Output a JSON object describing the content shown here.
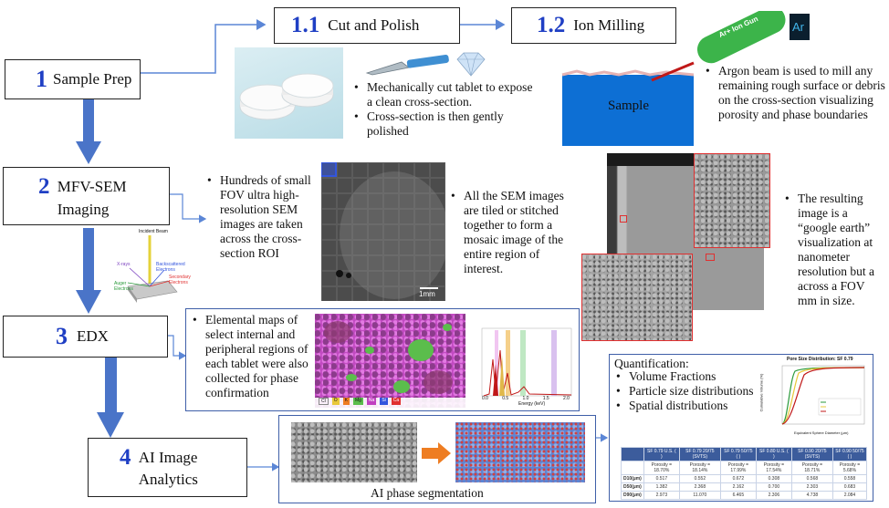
{
  "steps": {
    "s1": {
      "num": "1",
      "label": "Sample Prep"
    },
    "s11": {
      "num": "1.1",
      "label": "Cut and Polish"
    },
    "s12": {
      "num": "1.2",
      "label": "Ion Milling"
    },
    "s2": {
      "num": "2",
      "label": "MFV-SEM Imaging"
    },
    "s3": {
      "num": "3",
      "label": "EDX"
    },
    "s4": {
      "num": "4",
      "label": "AI Image Analytics"
    }
  },
  "cut_polish_bullets": [
    "Mechanically cut tablet to expose a clean cross-section.",
    "Cross-section is then gently polished"
  ],
  "ion_milling": {
    "gun_label": "Ar+ Ion Gun",
    "sample_label": "Sample",
    "ar_logo": "Ar",
    "bullets": [
      "Argon beam is used to mill any remaining rough surface or debris on the cross-section visualizing porosity and phase boundaries"
    ]
  },
  "sem": {
    "bullets_left": [
      "Hundreds of small FOV ultra high-resolution SEM images are taken across the cross-section ROI"
    ],
    "bullets_mid": [
      "All the SEM images are tiled or stitched together to form a mosaic image of the entire region of interest."
    ],
    "bullets_right": [
      "The resulting image is a “google earth” visualization at nanometer resolution but a across a FOV mm in size."
    ],
    "scalebar": "1mm"
  },
  "beam_diagram": {
    "incident": "Incident Beam",
    "xrays": "X-rays",
    "backscattered": "Backscattered Electrons",
    "secondary": "Secondary Electrons",
    "auger": "Auger Electrons"
  },
  "edx": {
    "bullets": [
      "Elemental maps of select internal and peripheral regions of each tablet were also collected for phase confirmation"
    ],
    "map_legend": [
      "Cl",
      "O",
      "K",
      "Mg",
      "Na",
      "Si",
      "Ca"
    ],
    "spectrum_xlabel": "Energy (keV)",
    "spectrum_ticks": [
      "0.0",
      "0.5",
      "1.0",
      "1.5",
      "2.0"
    ]
  },
  "quant": {
    "heading": "Quantification:",
    "bullets": [
      "Volume Fractions",
      "Particle size distributions",
      "Spatial distributions"
    ],
    "chart_title": "Pore Size Distribution: SF 0.79",
    "chart_xlabel": "Equivalent Sphere Diameter (µm)",
    "chart_ylabel": "Cumulative Volume (%)",
    "table_headers": [
      "SF 0.79 U.S. ( )",
      "SF 0.79 20/75 (SVTS)",
      "SF 0.79 50/75 ( )",
      "SF 0.80 U.S. ( )",
      "SF 0.90 20/75 (SVTS)",
      "SF 0.90 50/75 ( )"
    ],
    "table_porosity": [
      "Porosity = 18.70%",
      "Porosity = 18.14%",
      "Porosity = 17.99%",
      "Porosity = 17.54%",
      "Porosity = 18.71%",
      "Porosity = 5.68%"
    ],
    "table_rows": [
      {
        "label": "D10(µm)",
        "values": [
          "0.517",
          "0.552",
          "0.672",
          "0.308",
          "0.568",
          "0.558"
        ]
      },
      {
        "label": "D50(µm)",
        "values": [
          "1.382",
          "2.368",
          "2.162",
          "0.700",
          "2.303",
          "0.683"
        ]
      },
      {
        "label": "D90(µm)",
        "values": [
          "2.973",
          "11.070",
          "6.465",
          "2.306",
          "4.738",
          "2.084"
        ]
      }
    ]
  },
  "ai_caption": "AI phase segmentation",
  "colors": {
    "accent_blue": "#1f3fc4",
    "arrow_blue": "#4a74c8",
    "line_blue": "#5b86d6",
    "gun_green": "#3cb44a",
    "sample_blue": "#0d6fd4",
    "red": "#e03030",
    "orange": "#ee7d22",
    "edx_magenta": "#c040c0"
  }
}
